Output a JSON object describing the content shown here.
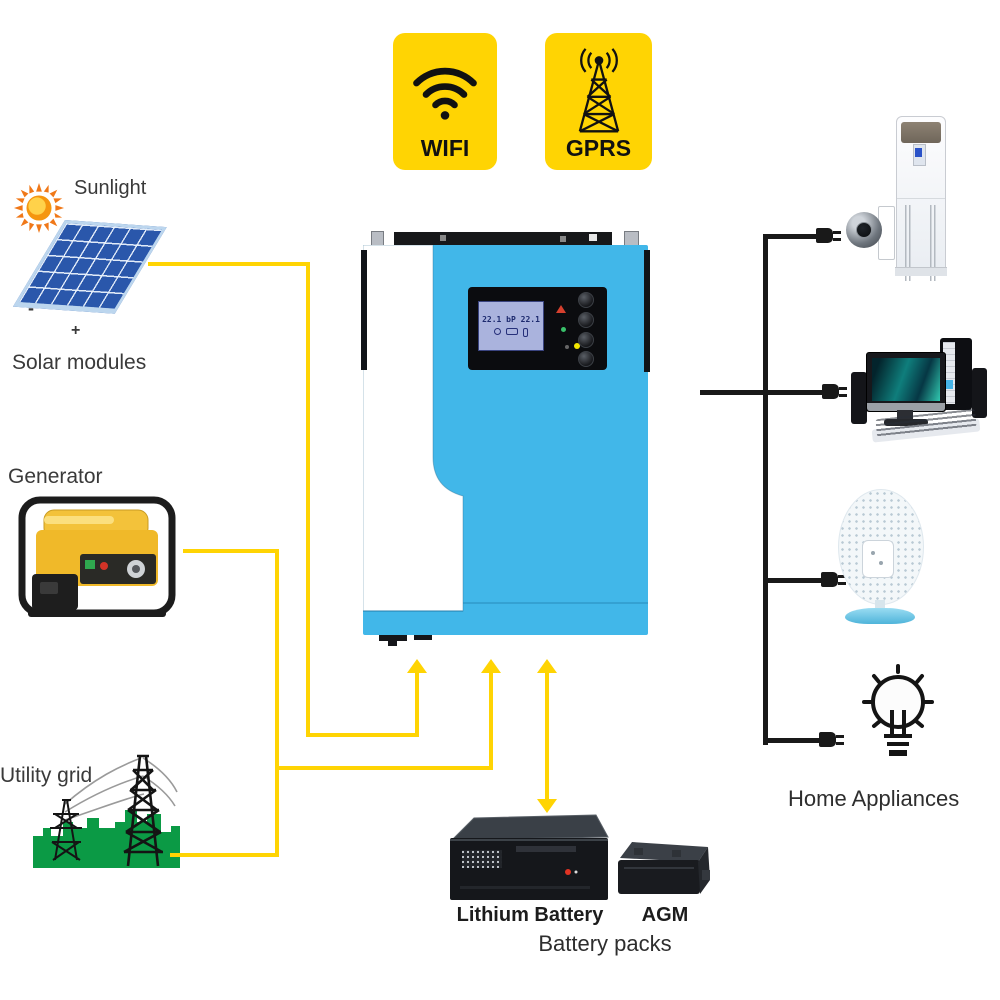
{
  "badges": {
    "wifi": {
      "label": "WIFI",
      "icon": "wifi-icon"
    },
    "gprs": {
      "label": "GPRS",
      "icon": "antenna-tower-icon"
    }
  },
  "solar": {
    "title": "Sunlight",
    "caption": "Solar modules",
    "minus": "-",
    "plus": "+",
    "icons": [
      "sun-icon",
      "solar-panel-image"
    ]
  },
  "generator": {
    "label": "Generator",
    "icon": "generator-image"
  },
  "utility": {
    "label": "Utility grid",
    "icon": "transmission-towers-image"
  },
  "inverter": {
    "lcd_text": "22.1 bP 22.1",
    "icons": [
      "lcd-display",
      "fault-led",
      "status-led",
      "power-led",
      "enter-button",
      "up-button",
      "down-button",
      "esc-button"
    ]
  },
  "appliances": {
    "label": "Home Appliances",
    "items": [
      "air-conditioner",
      "cctv-camera",
      "desktop-computer",
      "table-fan",
      "light-bulb"
    ]
  },
  "batteries": {
    "lithium": "Lithium Battery",
    "agm": "AGM",
    "caption": "Battery packs"
  },
  "colors": {
    "accent_yellow": "#FFD403",
    "inverter_blue": "#41B7E9",
    "grid_green": "#0B9A45",
    "wire_black": "#191919",
    "lcd_screen": "#AAB3DD",
    "generator_yellow": "#F0B929",
    "panel_blue": "#2A57AB",
    "sun_orange": "#F08A1D"
  }
}
